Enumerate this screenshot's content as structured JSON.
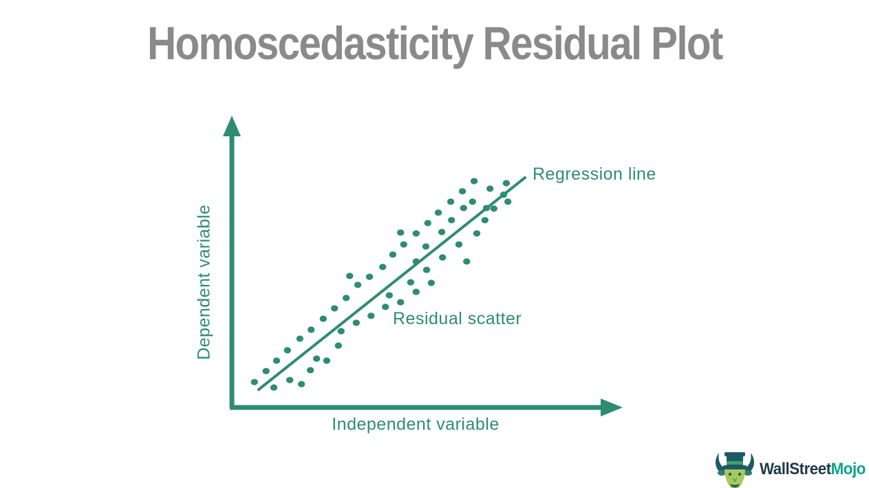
{
  "title": "Homoscedasticity Residual Plot",
  "colors": {
    "accent": "#2E8B74",
    "title_gray": "#8A8A8A",
    "logo_dark": "#1E3A47",
    "logo_teal": "#0CA18A",
    "bull_dark_teal": "#1E5A66",
    "bull_band_green": "#43A06A",
    "bull_face_green": "#A8C95B"
  },
  "chart_data": {
    "type": "scatter",
    "title": "Homoscedasticity Residual Plot",
    "xlabel": "Independent variable",
    "ylabel": "Dependent variable",
    "x_range": [
      0,
      100
    ],
    "y_range": [
      0,
      100
    ],
    "grid": false,
    "tick_labels": "none",
    "axes_style": "arrow-ended, no ticks, teal",
    "annotations": [
      {
        "label": "Regression line",
        "points_to": "upper end of regression line"
      },
      {
        "label": "Residual scatter",
        "points_to": "scatter cloud"
      }
    ],
    "regression_line": {
      "x1": 6.9,
      "y1": 6.2,
      "x2": 75.4,
      "y2": 79.5
    },
    "points": [
      [
        5.8,
        8.8
      ],
      [
        8.8,
        12.6
      ],
      [
        10.8,
        6.9
      ],
      [
        11.5,
        16.2
      ],
      [
        14.3,
        19.8
      ],
      [
        14.9,
        9.5
      ],
      [
        17.5,
        23.8
      ],
      [
        17.9,
        8.1
      ],
      [
        20.2,
        12.9
      ],
      [
        20.4,
        26.9
      ],
      [
        21.8,
        16.9
      ],
      [
        23.5,
        30.7
      ],
      [
        24.4,
        16.2
      ],
      [
        26.4,
        34.3
      ],
      [
        27.4,
        21.4
      ],
      [
        28.1,
        26.4
      ],
      [
        29.4,
        37.9
      ],
      [
        32.0,
        29.3
      ],
      [
        35.8,
        31.7
      ],
      [
        39.5,
        34.8
      ],
      [
        40.5,
        38.8
      ],
      [
        43.4,
        36.4
      ],
      [
        47.4,
        40.0
      ],
      [
        30.3,
        45.5
      ],
      [
        32.4,
        42.4
      ],
      [
        35.4,
        45.2
      ],
      [
        38.8,
        48.6
      ],
      [
        41.4,
        52.9
      ],
      [
        43.4,
        60.5
      ],
      [
        44.2,
        56.4
      ],
      [
        46.0,
        43.3
      ],
      [
        47.4,
        60.2
      ],
      [
        47.4,
        50.5
      ],
      [
        49.9,
        55.7
      ],
      [
        50.1,
        47.6
      ],
      [
        50.4,
        63.8
      ],
      [
        51.3,
        43.1
      ],
      [
        53.1,
        67.4
      ],
      [
        54.0,
        60.7
      ],
      [
        54.2,
        51.9
      ],
      [
        56.3,
        71.2
      ],
      [
        56.5,
        64.8
      ],
      [
        58.4,
        56.4
      ],
      [
        59.3,
        74.8
      ],
      [
        59.6,
        69.0
      ],
      [
        60.4,
        50.5
      ],
      [
        61.9,
        71.2
      ],
      [
        62.3,
        78.3
      ],
      [
        63.0,
        60.2
      ],
      [
        65.1,
        64.8
      ],
      [
        65.5,
        69.0
      ],
      [
        66.4,
        75.7
      ],
      [
        67.4,
        68.8
      ],
      [
        69.9,
        73.6
      ],
      [
        70.6,
        77.6
      ],
      [
        71.0,
        71.2
      ]
    ]
  },
  "logo": {
    "text_primary": "WallStreet",
    "text_secondary": "Mojo",
    "icon": "bull-with-top-hat"
  }
}
